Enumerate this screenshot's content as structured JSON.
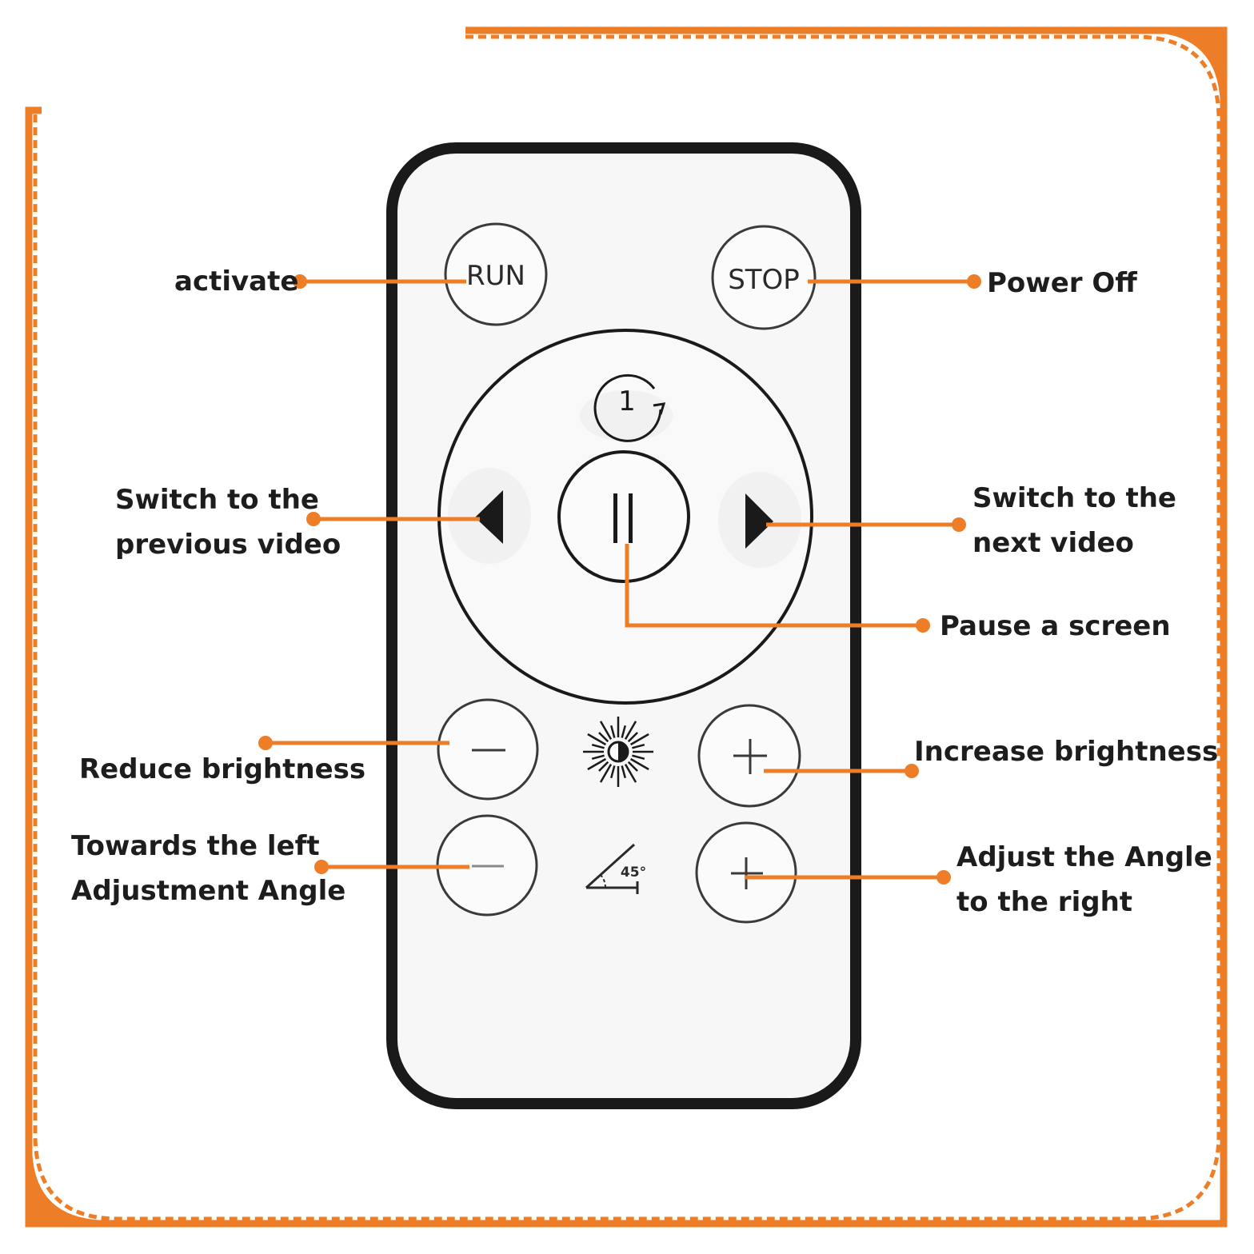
{
  "colors": {
    "accent": "#ee7d27",
    "remote_outline": "#1a1a1a",
    "remote_body": "#f7f7f7",
    "text": "#1d1d1d"
  },
  "remote": {
    "run_label": "RUN",
    "stop_label": "STOP",
    "repeat_label": "1",
    "angle_label": "45°",
    "icons": {
      "repeat": "repeat-one-icon",
      "previous": "triangle-left-icon",
      "next": "triangle-right-icon",
      "pause": "pause-icon",
      "brightness": "sun-icon",
      "angle": "angle-icon",
      "minus": "minus-icon",
      "plus": "plus-icon"
    }
  },
  "labels": {
    "activate": "activate",
    "power_off": "Power Off",
    "previous_line1": "Switch to the",
    "previous_line2": "previous video",
    "next_line1": "Switch to the",
    "next_line2": "next video",
    "pause": "Pause a screen",
    "reduce_brightness": "Reduce brightness",
    "increase_brightness": "Increase brightness",
    "left_line1": "Towards the left",
    "left_line2": "Adjustment Angle",
    "right_line1": "Adjust the Angle",
    "right_line2": "to the right"
  }
}
